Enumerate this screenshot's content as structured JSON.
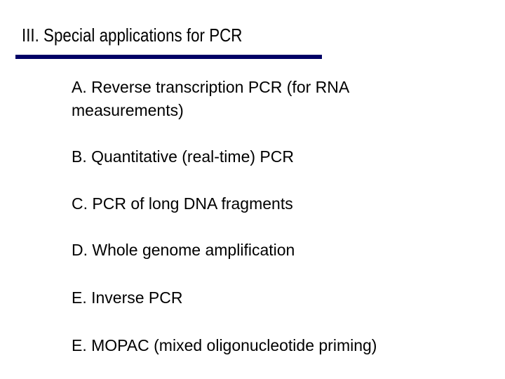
{
  "slide": {
    "title": "III. Special applications for PCR",
    "rule_color": "#000066",
    "items": [
      {
        "line1": "A. Reverse transcription PCR (for RNA",
        "line2": "measurements)"
      },
      {
        "line1": "B. Quantitative (real-time) PCR"
      },
      {
        "line1": "C. PCR of long DNA fragments"
      },
      {
        "line1": "D. Whole genome amplification"
      },
      {
        "line1": "E. Inverse PCR"
      },
      {
        "line1": "E. MOPAC (mixed oligonucleotide priming)"
      }
    ]
  }
}
